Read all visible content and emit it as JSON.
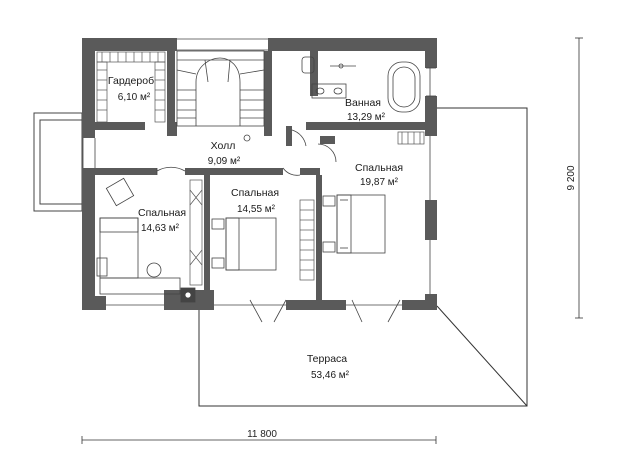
{
  "plan": {
    "rooms": [
      {
        "id": "wardrobe",
        "name": "Гардероб",
        "area": "6,10 м²"
      },
      {
        "id": "bathroom",
        "name": "Ванная",
        "area": "13,29 м²"
      },
      {
        "id": "hall",
        "name": "Холл",
        "area": "9,09 м²"
      },
      {
        "id": "bedroom-ne",
        "name": "Спальная",
        "area": "19,87 м²"
      },
      {
        "id": "bedroom-center",
        "name": "Спальная",
        "area": "14,55 м²"
      },
      {
        "id": "bedroom-w",
        "name": "Спальная",
        "area": "14,63 м²"
      },
      {
        "id": "terrace",
        "name": "Терраса",
        "area": "53,46 м²"
      }
    ],
    "dimensions": {
      "width": "11 800",
      "height": "9 200"
    },
    "colors": {
      "wall": "#5a5a5a",
      "line": "#333333",
      "furniture": "#555555"
    }
  }
}
